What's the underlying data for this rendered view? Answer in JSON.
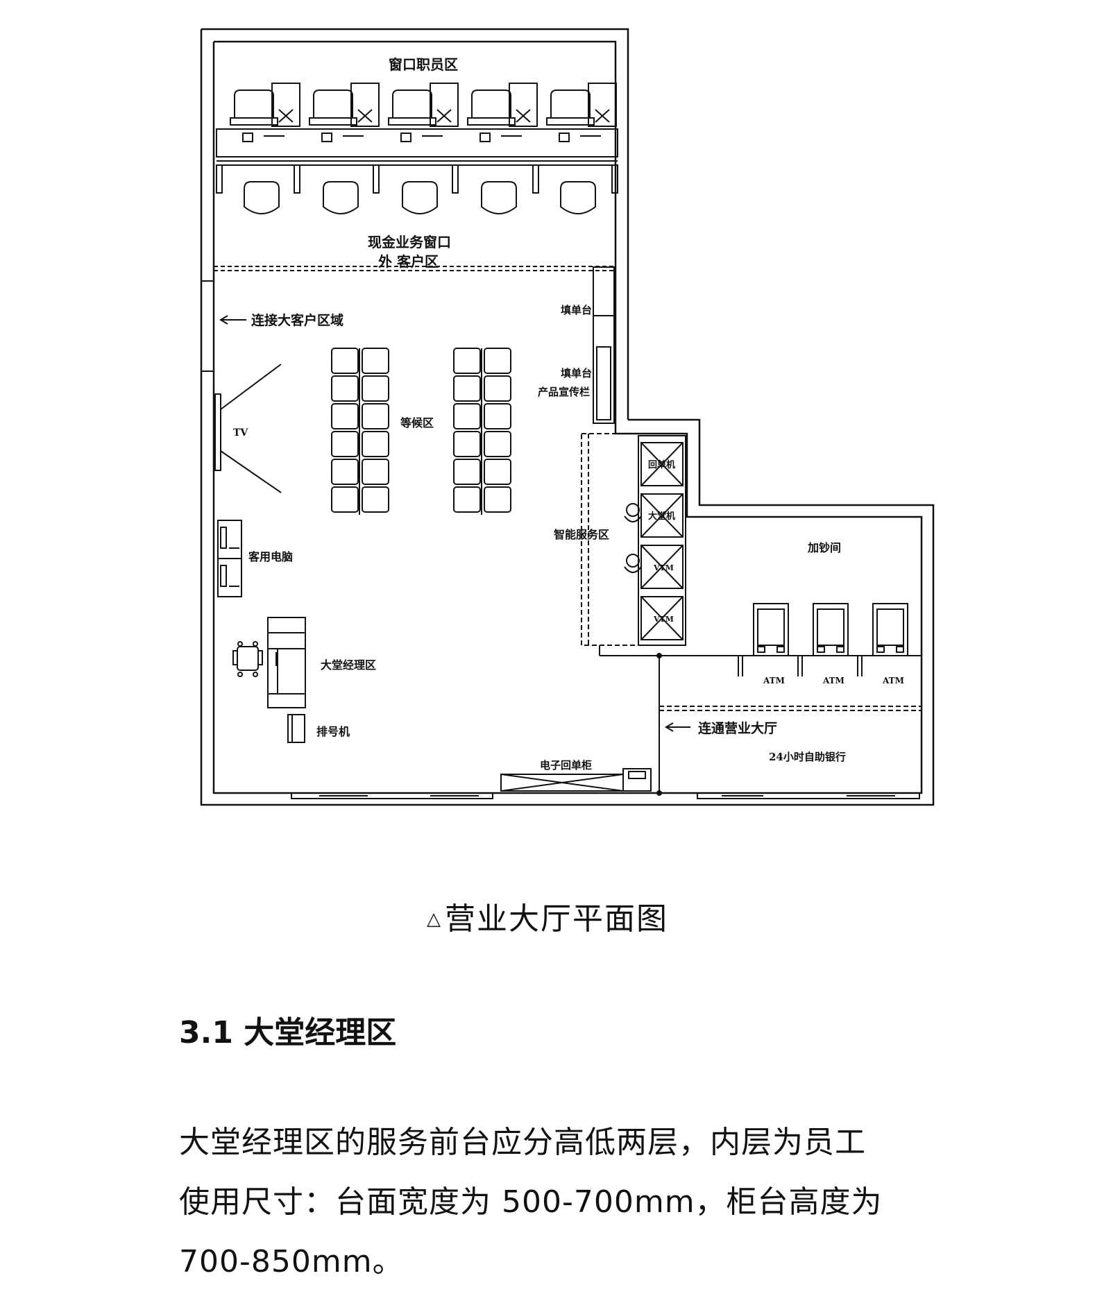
{
  "floorplan": {
    "labels": {
      "staff_area": "窗口职员区",
      "cash_window_line1": "现金业务窗口",
      "cash_window_line2": "外 客户区",
      "connect_vip": "连接大客户区域",
      "form_desk1": "填单台",
      "form_desk2": "填单台",
      "product_board": "产品宣传栏",
      "waiting_area": "等候区",
      "tv": "TV",
      "customer_pc": "客用电脑",
      "smart_service": "智能服务区",
      "receipt_machine": "回单机",
      "lobby_machine": "大堂机",
      "vtm1": "VTM",
      "vtm2": "VTM",
      "cash_room": "加钞间",
      "atm1": "ATM",
      "atm2": "ATM",
      "atm3": "ATM",
      "lobby_manager_area": "大堂经理区",
      "queue_machine": "排号机",
      "connect_hall": "连通营业大厅",
      "self_service_bank": "24小时自助银行",
      "e_receipt_cabinet": "电子回单柜"
    }
  },
  "caption": {
    "symbol": "△",
    "text": "营业大厅平面图"
  },
  "section": {
    "heading": "3.1 大堂经理区",
    "paragraph_lines": [
      "大堂经理区的服务前台应分高低两层，内层为员工",
      "使用尺寸：台面宽度为 500-700mm，柜台高度为",
      "700-850mm。"
    ]
  }
}
